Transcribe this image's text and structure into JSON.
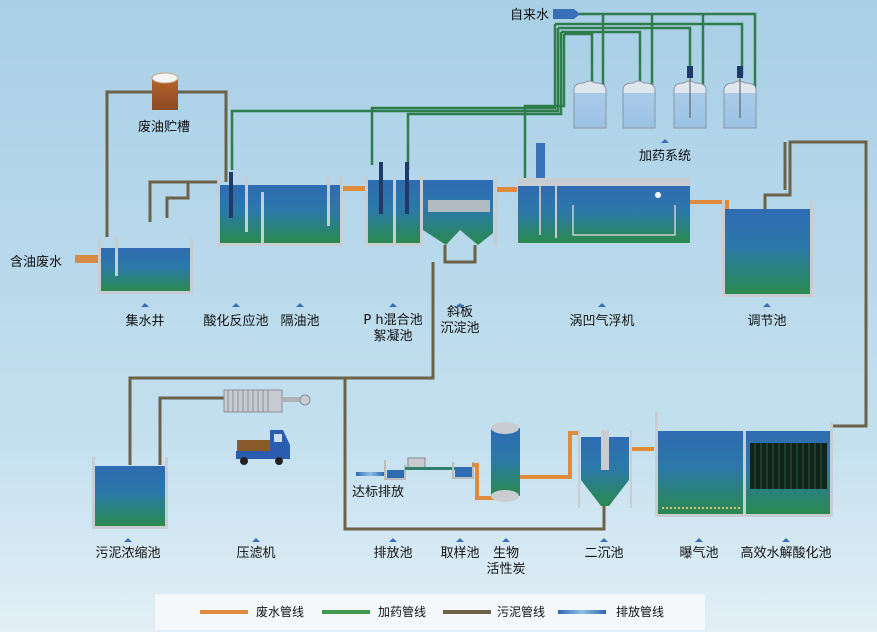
{
  "colors": {
    "wastewater_pipe": "#e08a3c",
    "dosing_pipe": "#2f7d4a",
    "sludge_pipe": "#6b6248",
    "discharge_pipe": "#3a78b8",
    "water_top": "#2f6fb0",
    "water_bottom": "#2a8a4e"
  },
  "inputs": {
    "oily_wastewater": "含油废水",
    "tap_water": "自来水"
  },
  "units": {
    "waste_oil_tank": "废油贮槽",
    "collection_well": "集水井",
    "acidification_tank": "酸化反应池",
    "oil_separator": "隔油池",
    "ph_mixing_line1": "P h混合池",
    "ph_mixing_line2": "絮凝池",
    "inclined_plate_line1": "斜板",
    "inclined_plate_line2": "沉淀池",
    "cavitation_air_flotation": "涡凹气浮机",
    "dosing_system": "加药系统",
    "equalization_tank": "调节池",
    "sludge_thickener": "污泥浓缩池",
    "filter_press": "压滤机",
    "compliant_discharge": "达标排放",
    "discharge_tank": "排放池",
    "sampling_tank": "取样池",
    "bio_carbon_line1": "生物",
    "bio_carbon_line2": "活性炭",
    "secondary_clarifier": "二沉池",
    "aeration_tank": "曝气池",
    "hydrolysis_tank": "高效水解酸化池"
  },
  "legend": [
    {
      "label": "废水管线",
      "color": "#e08a3c"
    },
    {
      "label": "加药管线",
      "color": "#3f9a4f"
    },
    {
      "label": "污泥管线",
      "color": "#6b6248"
    },
    {
      "label": "排放管线",
      "color": "#3a78b8"
    }
  ]
}
